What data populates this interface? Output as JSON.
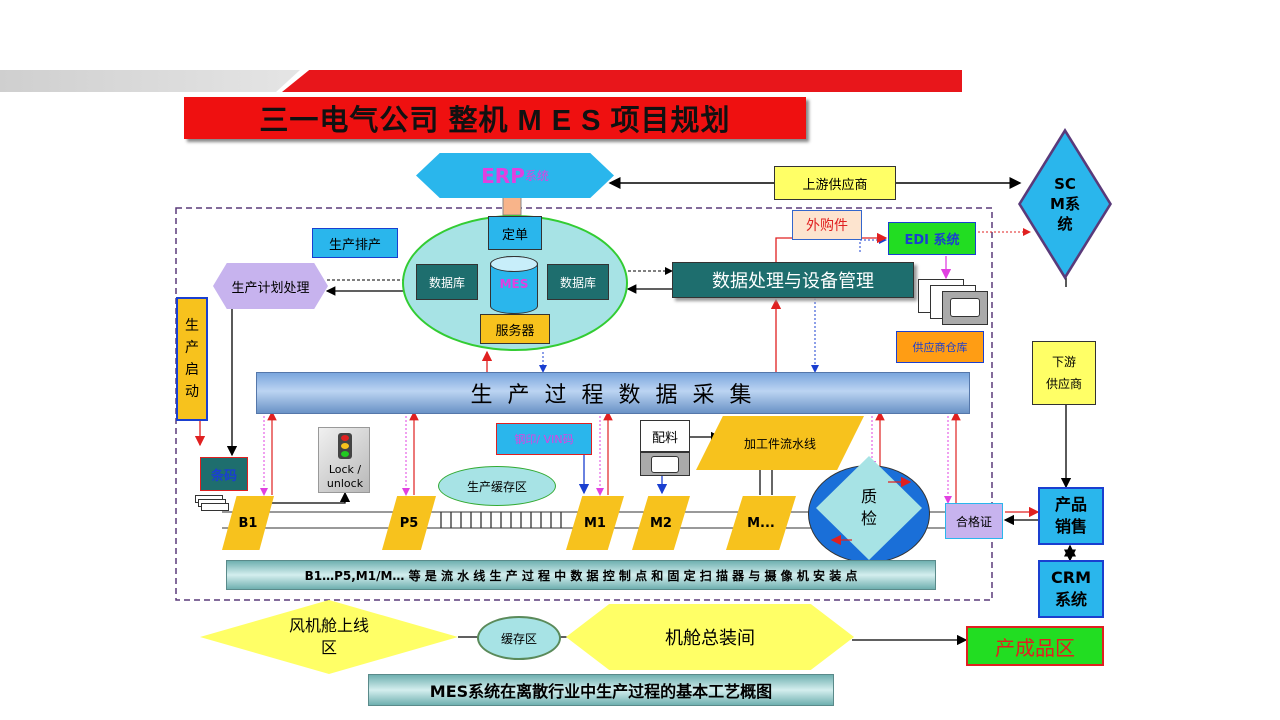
{
  "title": "三一电气公司 整机 M E S 项目规划",
  "colors": {
    "header_red": "#e8161b",
    "title_bar": "#ef1010",
    "cyan": "#2ab6ec",
    "teal": "#1e6e6e",
    "yellow": "#f7c21d",
    "lavender": "#c7b3ee",
    "bright_yellow": "#ffff66",
    "lime": "#ffff33",
    "green": "#22dd22",
    "orange": "#ff9d14",
    "lightyellow": "#ffffcc"
  },
  "erp": {
    "label": "ERP",
    "suffix": "系统"
  },
  "upstream_supplier": "上游供应商",
  "scm": {
    "line1": "SC",
    "line2": "M系",
    "line3": "统"
  },
  "purchase": "外购件",
  "edi": "EDI 系统",
  "production_schedule": "生产排产",
  "order": "定单",
  "database_left": "数据库",
  "database_right": "数据库",
  "mes": "MES",
  "server": "服务器",
  "plan_process": "生产计划处理",
  "data_processing": "数据处理与设备管理",
  "supplier_warehouse": "供应商仓库",
  "production_start": {
    "c1": "生",
    "c2": "产",
    "c3": "启",
    "c4": "动"
  },
  "downstream_supplier": {
    "line1": "下游",
    "line2": "供应商"
  },
  "data_collection": "生 产 过 程 数 据 采 集",
  "barcode": "条码",
  "barcode_vin": "钢印/ VIN码",
  "lock": {
    "line1": "Lock /",
    "line2": "unlock"
  },
  "buffer": "生产缓存区",
  "material": "配料",
  "machining_line": "加工件流水线",
  "stations": {
    "b1": "B1",
    "p5": "P5",
    "m1": "M1",
    "m2": "M2",
    "m": "M..."
  },
  "quality": {
    "line1": "质",
    "line2": "检"
  },
  "certificate": "合格证",
  "product_sales": {
    "line1": "产品",
    "line2": "销售"
  },
  "crm": {
    "line1": "CRM",
    "line2": "系统"
  },
  "note": "B1…P5,M1/M… 等 是 流 水 线 生 产 过 程 中 数 据 控 制 点 和 固 定 扫 描 器 与 摄 像 机 安 装 点",
  "nacelle_online": {
    "line1": "风机舱上线",
    "line2": "区"
  },
  "buffer_small": "缓存区",
  "assembly": "机舱总装间",
  "finished_area": "产成品区",
  "caption": "MES系统在离散行业中生产过程的基本工艺概图"
}
